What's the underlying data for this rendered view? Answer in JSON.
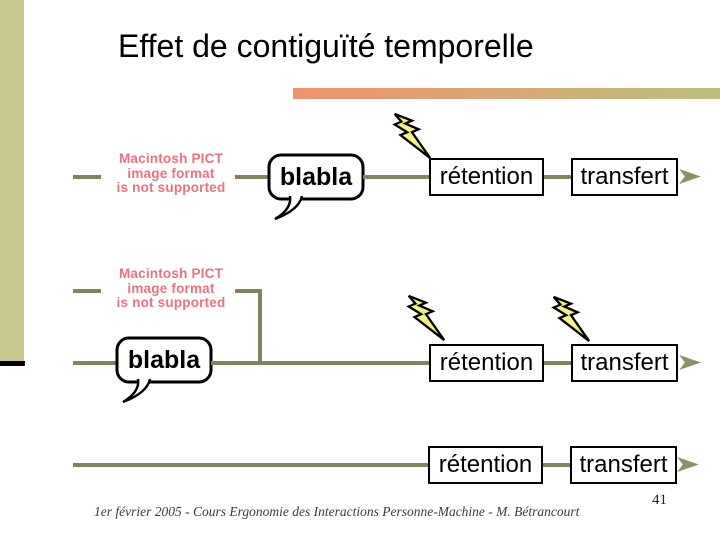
{
  "slide": {
    "title": "Effet de contiguïté temporelle",
    "footer_credit": "1er février 2005 - Cours Ergonomie des Interactions Personne-Machine - M. Bétrancourt",
    "page_number": "41"
  },
  "pict": {
    "line1": "Macintosh PICT",
    "line2": "image format",
    "line3": "is not supported"
  },
  "labels": {
    "bubble": "blabla",
    "retention": "rétention",
    "transfert": "transfert"
  },
  "icons": {
    "lightning": "lightning-bolt-icon",
    "arrow": "flow-arrow-right-icon"
  },
  "colors": {
    "accent_bar": "#c8c88e",
    "divider_gradient_start": "#f0906f",
    "divider_gradient_end": "#bcbf7c",
    "timeline_line": "#82825c",
    "arrow": "#8f8f63",
    "pict_text": "#e8727f",
    "bolt_fill": "#f2f285"
  }
}
